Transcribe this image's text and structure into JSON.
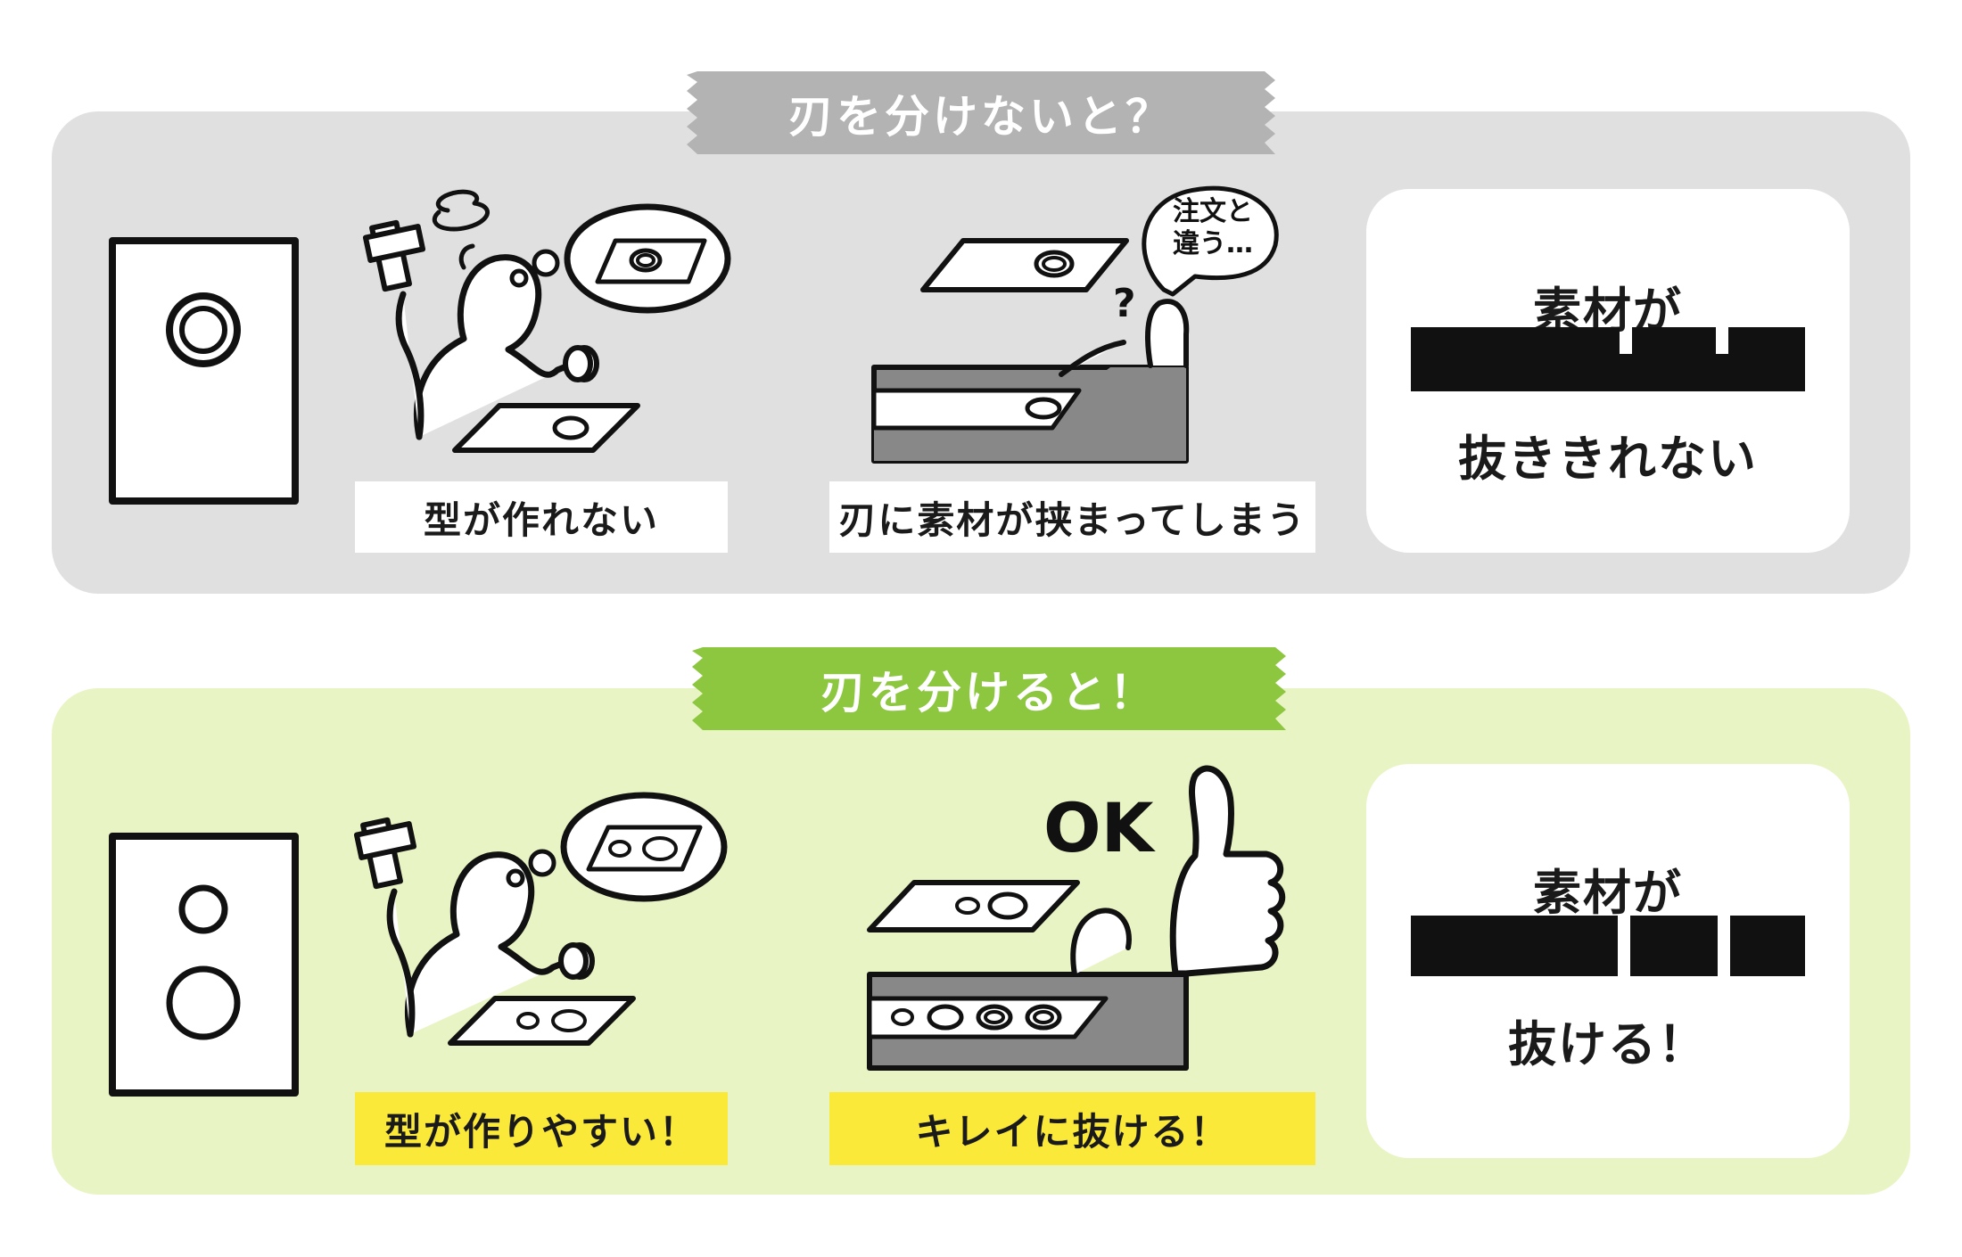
{
  "top": {
    "header": "刃を分けないと？",
    "caption1": "型が作れない",
    "caption2": "刃に素材が挟まってしまう",
    "bubble": [
      "注文と",
      "違う…"
    ],
    "question_mark": "?",
    "result_title": "素材が",
    "result_text": "抜ききれない"
  },
  "bottom": {
    "header": "刃を分けると！",
    "caption1": "型が作りやすい！",
    "caption2": "キレイに抜ける！",
    "ok_text": "OK",
    "result_title": "素材が",
    "result_text": "抜ける！"
  },
  "colors": {
    "gray_panel": "#e0e0e0",
    "gray_tape": "#b3b3b3",
    "green_panel": "#e8f4c4",
    "green_tape": "#8dc63f",
    "highlight": "#fbe93a",
    "ink": "#111111"
  }
}
